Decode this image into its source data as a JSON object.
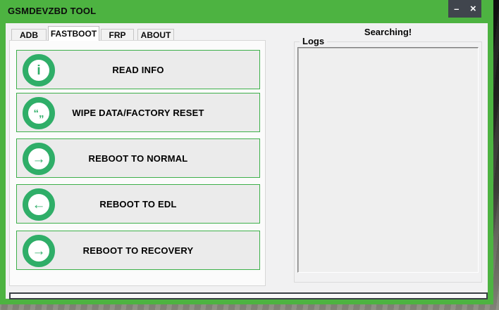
{
  "window": {
    "title": "GSMDEVZBD TOOL",
    "minimize_label": "–",
    "close_label": "×"
  },
  "tabs": [
    {
      "label": "ADB"
    },
    {
      "label": "FASTBOOT"
    },
    {
      "label": "FRP"
    },
    {
      "label": "ABOUT"
    }
  ],
  "active_tab": "FASTBOOT",
  "fastboot_panel": {
    "buttons": [
      {
        "label": "READ INFO",
        "icon": "info-icon",
        "glyph": "i"
      },
      {
        "label": "WIPE DATA/FACTORY RESET",
        "icon": "quotes-icon",
        "glyph": "“„"
      },
      {
        "label": "REBOOT TO NORMAL",
        "icon": "arrow-right-icon",
        "glyph": "→"
      },
      {
        "label": "REBOOT TO EDL",
        "icon": "arrow-left-icon",
        "glyph": "←"
      },
      {
        "label": "REBOOT TO RECOVERY",
        "icon": "arrow-right-icon",
        "glyph": "→"
      }
    ]
  },
  "status": {
    "searching_text": "Searching!"
  },
  "logs": {
    "label": "Logs",
    "content": ""
  },
  "progress": {
    "value_percent": 0
  },
  "colors": {
    "window_green": "#4db341",
    "button_border_green": "#3db04a",
    "icon_ring_green": "#2fae68",
    "titlebar_controls_bg": "#40454d"
  }
}
